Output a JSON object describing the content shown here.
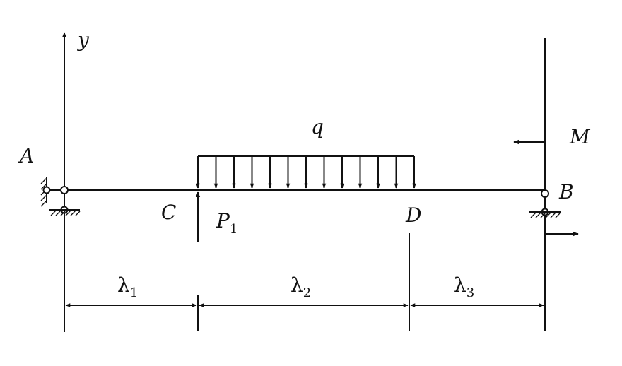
{
  "labels": {
    "y_axis": "y",
    "point_a": "A",
    "point_b": "B",
    "point_c": "C",
    "point_d": "D",
    "load_q": "q",
    "moment_m": "M",
    "force_p": "P",
    "force_p_sub": "1",
    "lambda_1": "λ",
    "lambda_1_sub": "1",
    "lambda_2": "λ",
    "lambda_2_sub": "2",
    "lambda_3": "λ",
    "lambda_3_sub": "3"
  },
  "distributed_load": {
    "arrow_count": 13
  }
}
